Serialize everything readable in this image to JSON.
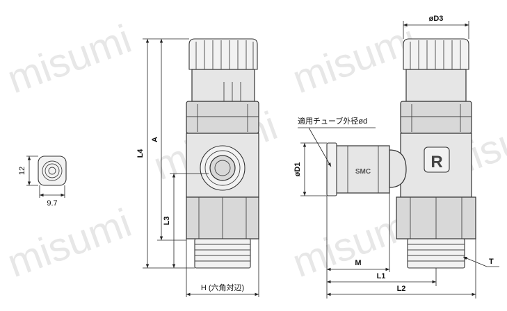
{
  "watermark": "misumi",
  "dims": {
    "d3": "øD3",
    "d1": "øD1",
    "tube_od": "適用チューブ外径ød",
    "a": "A",
    "l4": "L4",
    "l3": "L3",
    "h": "H (六角対辺)",
    "m": "M",
    "l1": "L1",
    "l2": "L2",
    "t": "T",
    "side_h": "12",
    "side_w": "9.7"
  },
  "body_marks": {
    "smc": "SMC",
    "r": "R"
  }
}
